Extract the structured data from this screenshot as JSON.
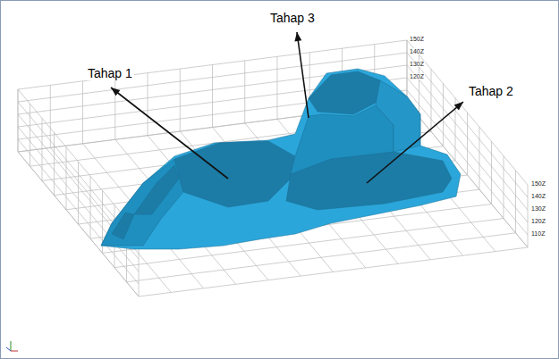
{
  "diagram": {
    "labels": [
      "Tahap 3",
      "Tahap 1",
      "Tahap 2",
      "150Z",
      "140Z",
      "130Z",
      "120Z",
      "150Z",
      "140Z",
      "130Z",
      "120Z",
      "110Z"
    ]
  }
}
